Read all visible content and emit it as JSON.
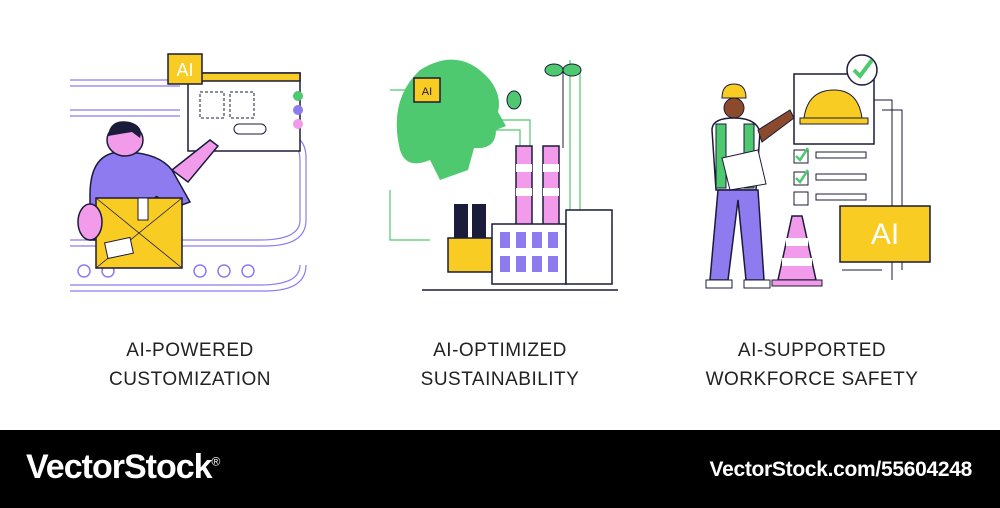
{
  "panels": [
    {
      "line1": "AI-POWERED",
      "line2": "CUSTOMIZATION"
    },
    {
      "line1": "AI-OPTIMIZED",
      "line2": "SUSTAINABILITY"
    },
    {
      "line1": "AI-SUPPORTED",
      "line2": "WORKFORCE SAFETY"
    }
  ],
  "badges": {
    "ai_1": "AI",
    "ai_2": "AI",
    "ai_3": "AI"
  },
  "footer": {
    "logo": "VectorStock",
    "logo_mark": "®",
    "image_id": "VectorStock.com/55604248"
  },
  "colors": {
    "purple": "#8E7BEF",
    "pink": "#F29BEA",
    "yellow": "#F9CC24",
    "green": "#4FC96F",
    "navy": "#1B1B3A"
  }
}
